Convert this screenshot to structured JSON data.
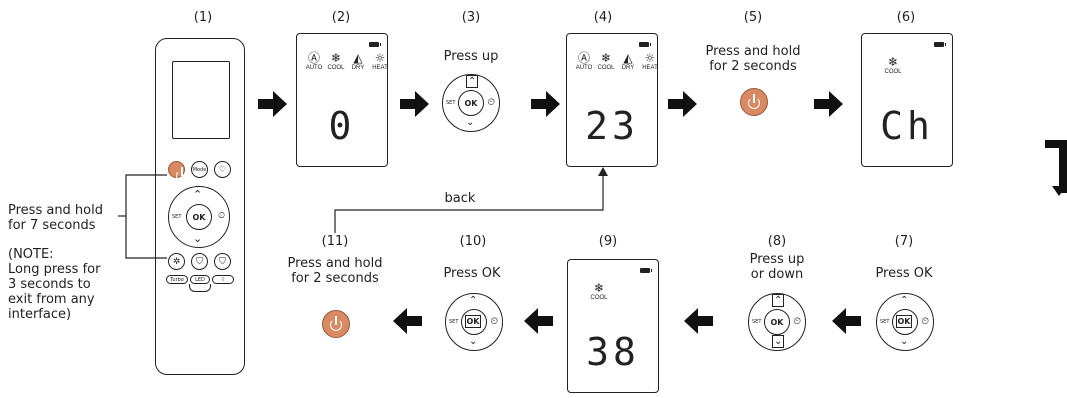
{
  "steps": {
    "s1": "(1)",
    "s2": "(2)",
    "s3": "(3)",
    "s4": "(4)",
    "s5": "(5)",
    "s6": "(6)",
    "s7": "(7)",
    "s8": "(8)",
    "s9": "(9)",
    "s10": "(10)",
    "s11": "(11)"
  },
  "captions": {
    "c3": "Press up",
    "c5": "Press and hold\nfor 2 seconds",
    "c7": "Press OK",
    "c8": "Press up\nor down",
    "c10": "Press OK",
    "c11": "Press and hold\nfor 2 seconds",
    "back": "back",
    "left_hold": "Press and hold\nfor 7 seconds",
    "left_note": "(NOTE:\nLong press for\n3 seconds to\nexit from any\ninterface)"
  },
  "modes": {
    "auto_icon": "Ⓐ",
    "auto": "AUTO",
    "cool_icon": "❄",
    "cool": "COOL",
    "dry_icon": "◭",
    "dry": "DRY",
    "heat_icon": "☼",
    "heat": "HEAT"
  },
  "displays": {
    "d2": "0",
    "d4": "23",
    "d6": "Ch",
    "d9": "38"
  },
  "remote": {
    "mode_btn": "Mode",
    "ok_btn": "OK",
    "set_label": "SET",
    "turbo": "Turbo",
    "led": "LED"
  },
  "pad": {
    "ok": "OK",
    "set": "SET",
    "timer": "⏲",
    "up": "⌃",
    "down": "⌄"
  },
  "colors": {
    "power_button": "#d98a62",
    "arrow": "#111111"
  }
}
